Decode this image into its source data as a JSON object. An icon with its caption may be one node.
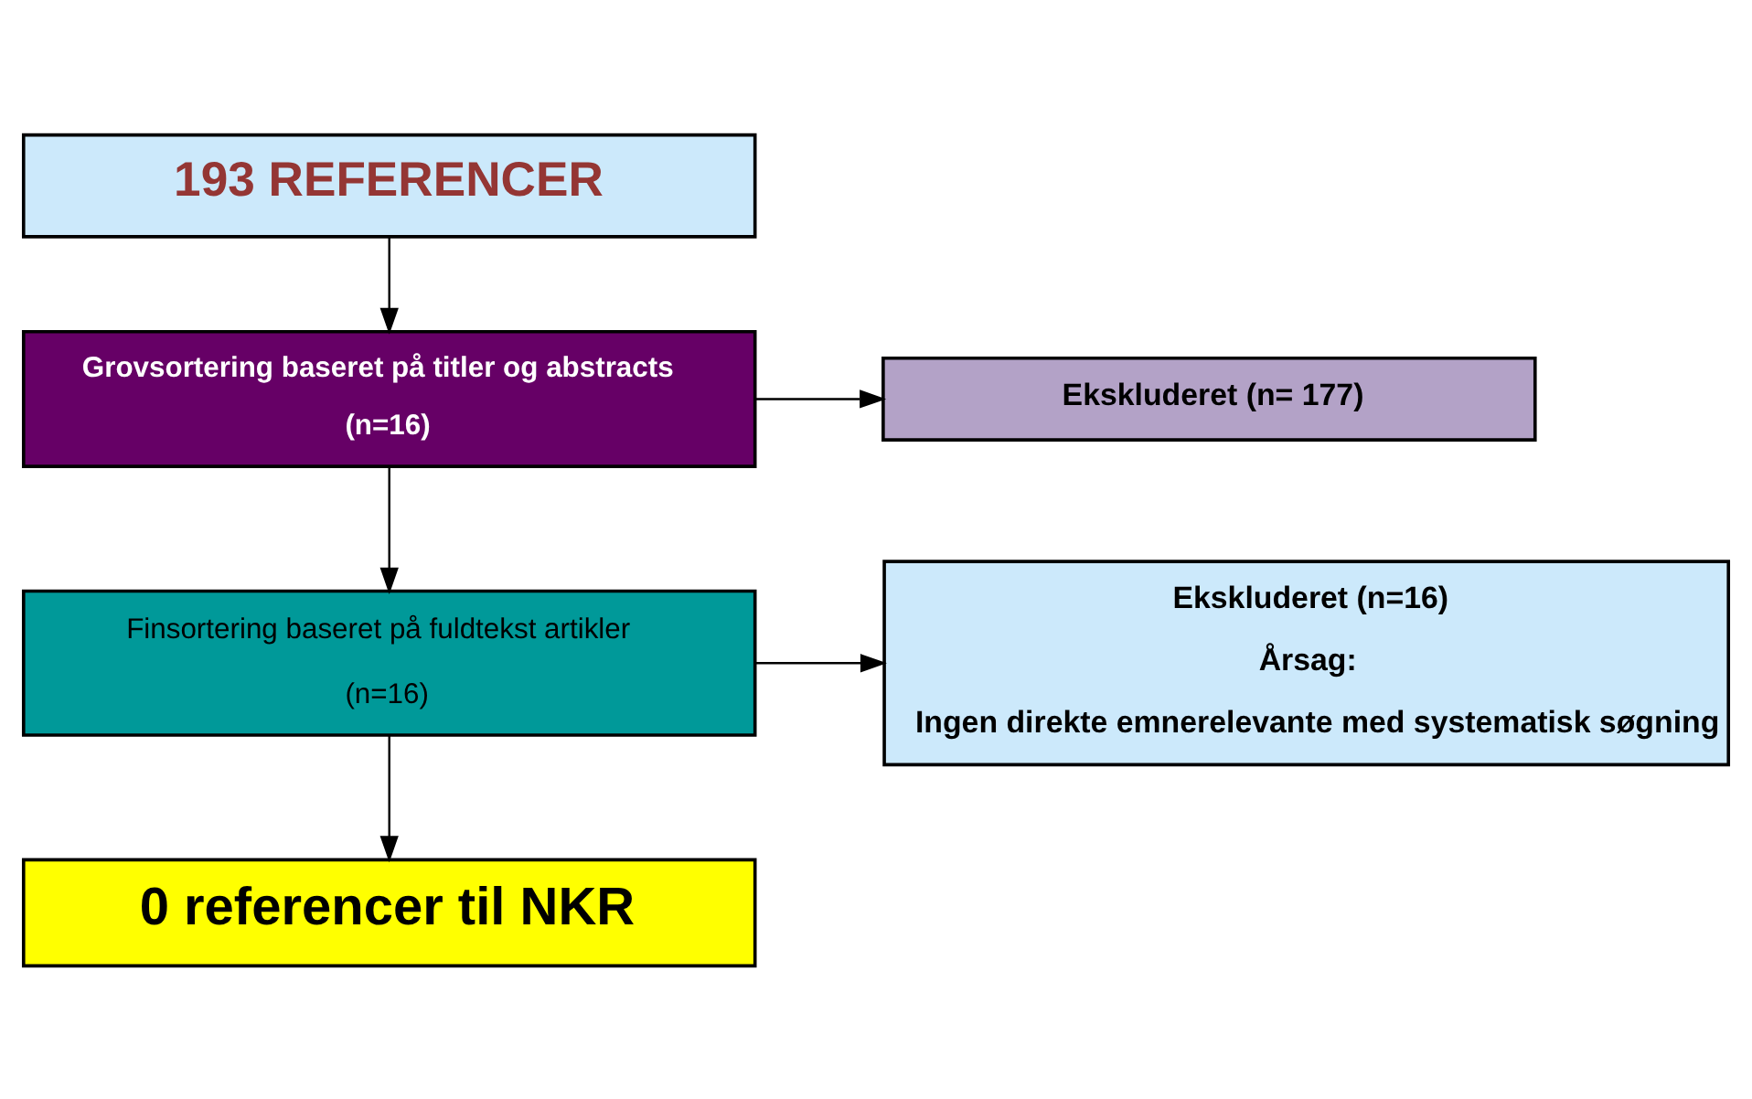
{
  "diagram": {
    "nodes": [
      {
        "text": [
          "193 REFERENCER"
        ]
      },
      {
        "text": [
          "Grovsortering baseret på titler og abstracts",
          "(n=16)"
        ]
      },
      {
        "text": [
          "Ekskluderet (n= 177)"
        ]
      },
      {
        "text": [
          "Finsortering baseret på fuldtekst artikler",
          "(n=16)"
        ]
      },
      {
        "text": [
          "Ekskluderet (n=16)",
          "Årsag:",
          "Ingen direkte emnerelevante med systematisk søgning"
        ]
      },
      {
        "text": [
          "0 referencer til NKR"
        ]
      }
    ],
    "edges": [
      {
        "from": 0,
        "to": 1,
        "arrow": "to"
      },
      {
        "from": 1,
        "to": 2,
        "arrow": "to"
      },
      {
        "from": 1,
        "to": 3,
        "arrow": "to"
      },
      {
        "from": 3,
        "to": 4,
        "arrow": "to"
      },
      {
        "from": 3,
        "to": 5,
        "arrow": "to"
      }
    ]
  }
}
